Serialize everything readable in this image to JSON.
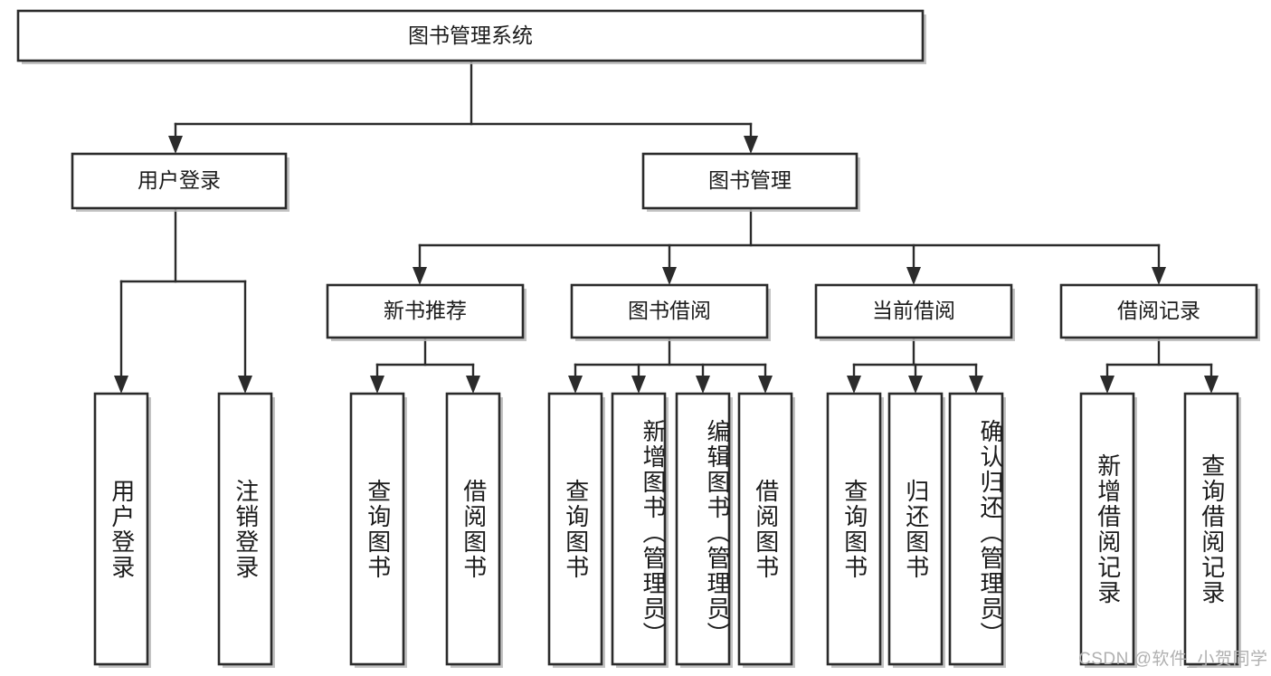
{
  "diagram": {
    "type": "tree-hierarchy",
    "title": "图书管理系统",
    "watermark": "CSDN @软件_小贺同学",
    "colors": {
      "box_stroke": "#2b2b2b",
      "box_fill": "#ffffff",
      "edge": "#2b2b2b",
      "text": "#1b1b1b",
      "watermark": "#b0b0b0",
      "background": "#ffffff"
    },
    "levels": {
      "root": {
        "label": "图书管理系统"
      },
      "level2": [
        {
          "label": "用户登录"
        },
        {
          "label": "图书管理"
        }
      ],
      "level3": [
        {
          "label": "新书推荐"
        },
        {
          "label": "图书借阅"
        },
        {
          "label": "当前借阅"
        },
        {
          "label": "借阅记录"
        }
      ]
    },
    "leaves": {
      "user_login": [
        {
          "label": "用户登录"
        },
        {
          "label": "注销登录"
        }
      ],
      "new_book_recommend": [
        {
          "label": "查询图书"
        },
        {
          "label": "借阅图书"
        }
      ],
      "book_borrow": [
        {
          "label": "查询图书"
        },
        {
          "label": "新增图书（管理员）"
        },
        {
          "label": "编辑图书（管理员）"
        },
        {
          "label": "借阅图书"
        }
      ],
      "current_borrow": [
        {
          "label": "查询图书"
        },
        {
          "label": "归还图书"
        },
        {
          "label": "确认归还（管理员）"
        }
      ],
      "borrow_record": [
        {
          "label": "新增借阅记录"
        },
        {
          "label": "查询借阅记录"
        }
      ]
    }
  }
}
